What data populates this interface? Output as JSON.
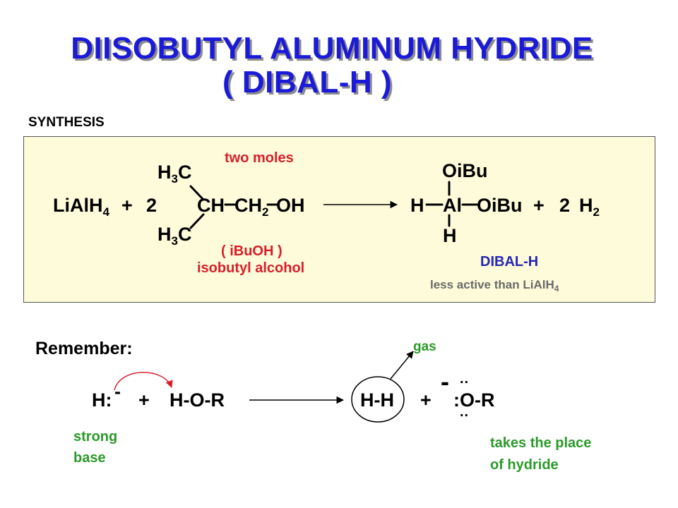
{
  "title": {
    "line1": "DIISOBUTYL ALUMINUM HYDRIDE",
    "line2": "( DIBAL-H )"
  },
  "synthesis": {
    "label": "SYNTHESIS",
    "two_moles": "two moles",
    "lialh4": "LiAlH",
    "lialh4_sub": "4",
    "plus": "+",
    "coef_2": "2",
    "h3c": "H",
    "h3c_sub": "3",
    "h3c_c": "C",
    "ch": "CH",
    "ch2": "CH",
    "ch2_sub": "2",
    "oh": "OH",
    "ibuoh": "( iBuOH )",
    "isobutyl_alcohol": "isobutyl alcohol",
    "oibu": "OiBu",
    "h": "H",
    "al": "Al",
    "h2": "H",
    "h2_sub": "2",
    "dibal_label": "DIBAL-H",
    "less_active": "less active than LiAlH",
    "less_active_sub": "4"
  },
  "remember": {
    "label": "Remember:",
    "hydride": "H:",
    "minus": "-",
    "plus": "+",
    "hor": "H-O-R",
    "hh": "H-H",
    "or": ":O-R",
    "lone_pair": "..",
    "gas": "gas",
    "strong": "strong",
    "base": "base",
    "takes_line1": "takes the place",
    "takes_line2": "of hydride"
  }
}
